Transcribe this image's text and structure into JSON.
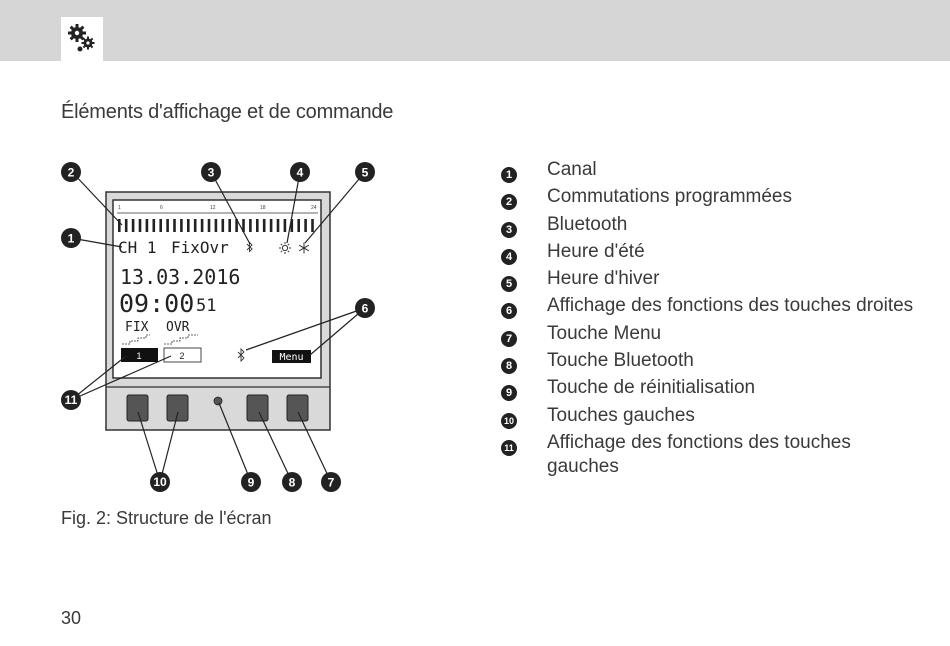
{
  "page": {
    "title": "Éléments d'affichage et de commande",
    "caption": "Fig. 2: Structure de l'écran",
    "page_number": "30",
    "header_icon": "gears-icon"
  },
  "display": {
    "channel": "CH 1",
    "mode": "FixOvr",
    "date": "13.03.2016",
    "time": "09:00",
    "seconds": "51",
    "label_fix": "FIX",
    "label_ovr": "OVR",
    "key_left_1": "1",
    "key_left_2": "2",
    "menu_label": "Menu",
    "scale_ticks": [
      "1",
      "6",
      "12",
      "18",
      "24"
    ],
    "icons": [
      "bluetooth-icon",
      "sun-icon",
      "snowflake-icon"
    ]
  },
  "callouts": {
    "c1": "1",
    "c2": "2",
    "c3": "3",
    "c4": "4",
    "c5": "5",
    "c6": "6",
    "c7": "7",
    "c8": "8",
    "c9": "9",
    "c10": "10",
    "c11": "11"
  },
  "legend": [
    {
      "num": "1",
      "text": "Canal"
    },
    {
      "num": "2",
      "text": "Commutations programmées"
    },
    {
      "num": "3",
      "text": "Bluetooth"
    },
    {
      "num": "4",
      "text": "Heure d'été"
    },
    {
      "num": "5",
      "text": "Heure d'hiver"
    },
    {
      "num": "6",
      "text": "Affichage des fonctions des touches droites"
    },
    {
      "num": "7",
      "text": "Touche Menu"
    },
    {
      "num": "8",
      "text": "Touche Bluetooth"
    },
    {
      "num": "9",
      "text": "Touche de réinitialisation"
    },
    {
      "num": "10",
      "text": "Touches gauches"
    },
    {
      "num": "11",
      "text": "Affichage des fonctions des touches gauches"
    }
  ],
  "colors": {
    "header_bar": "#d6d6d6",
    "device_frame": "#d9d9d9",
    "button_fill": "#555555",
    "text": "#3a3a3a"
  }
}
